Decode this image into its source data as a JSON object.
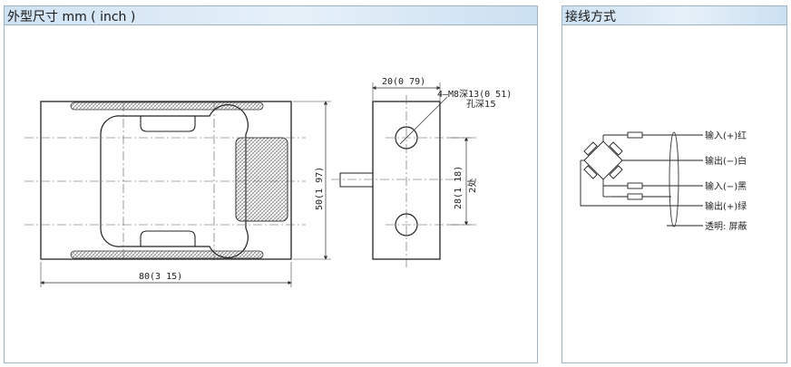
{
  "left_panel": {
    "title": "外型尺寸 mm ( inch )",
    "dims": {
      "width": "80(3 15)",
      "height": "50(1 97)",
      "depth": "20(0 79)",
      "hole_spacing": "28(1 18)",
      "holes_count": "2处",
      "thread_note": "4—M8深13(0 51)",
      "hole_depth": "孔深15"
    }
  },
  "right_panel": {
    "title": "接线方式",
    "wires": [
      "输入(+)红",
      "输出(−)白",
      "输入(−)黑",
      "输出(+)绿",
      "透明: 屏蔽"
    ]
  }
}
